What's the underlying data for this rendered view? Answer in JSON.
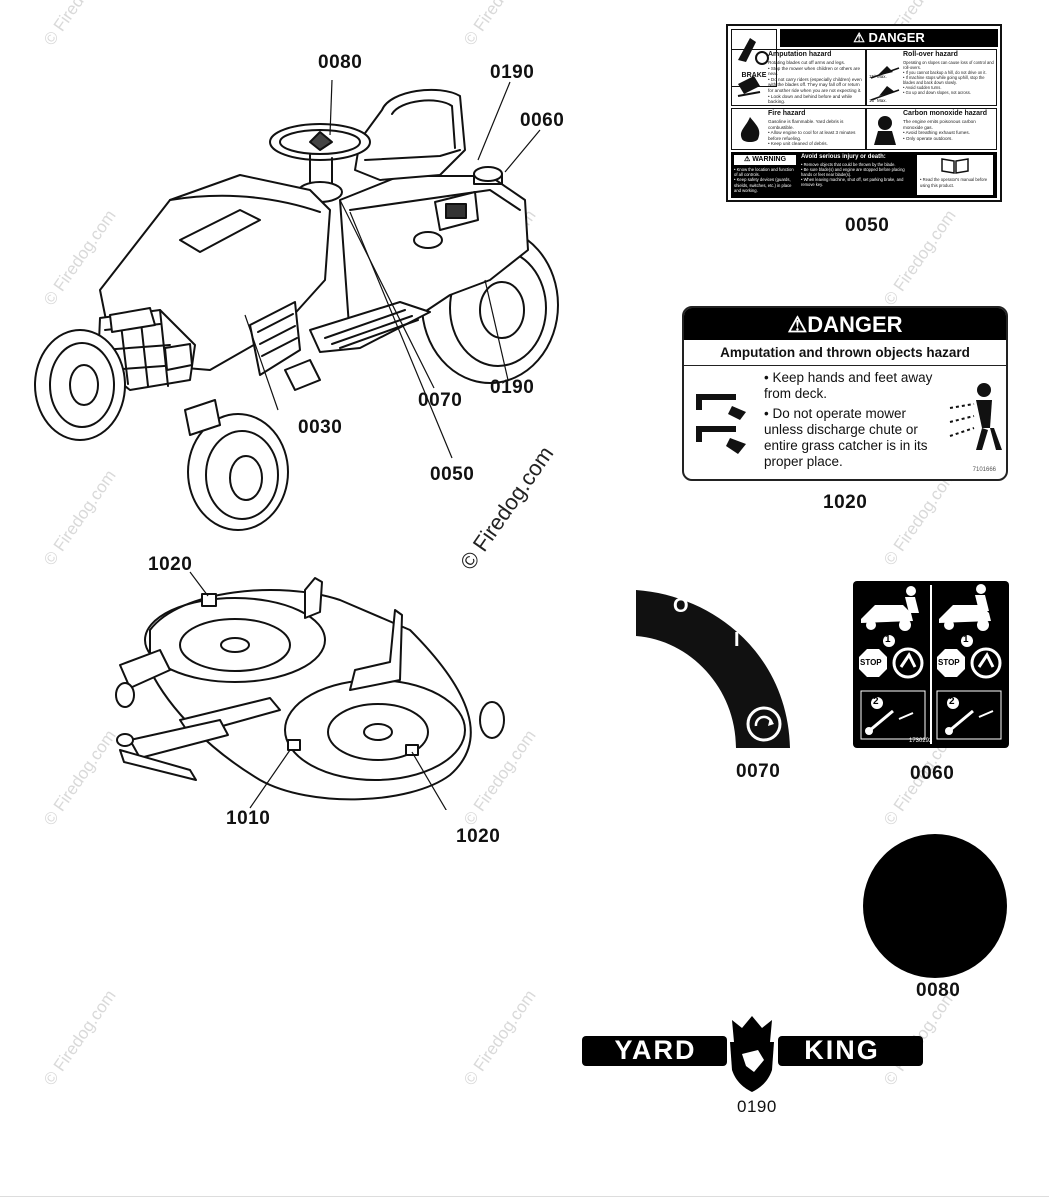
{
  "diagram": {
    "part_labels": {
      "tractor_0080": "0080",
      "tractor_0190_top": "0190",
      "tractor_0060": "0060",
      "tractor_0030": "0030",
      "tractor_0070": "0070",
      "tractor_0190_bottom": "0190",
      "tractor_0050": "0050",
      "deck_1020_top": "1020",
      "deck_1010": "1010",
      "deck_1020_bottom": "1020",
      "decal_0050": "0050",
      "decal_1020": "1020",
      "decal_0070": "0070",
      "decal_0060": "0060",
      "decal_0080": "0080",
      "logo_0190": "0190"
    },
    "watermark": "© Firedog.com",
    "watermark_faint": "© Firedog.com"
  },
  "decal_0050": {
    "header": "DANGER",
    "brake": "BRAKE",
    "amputation_title": "Amputation hazard",
    "amputation_text": [
      "Rotating blades cut off arms and legs.",
      "• Stop the mower when children or others are near.",
      "• Do not carry riders (especially children) even with the blades off. They may fall off or return for another ride when you are not expecting it.",
      "• Look down and behind before and while backing."
    ],
    "rollover_title": "Roll-over hazard",
    "rollover_text": [
      "Operating on slopes can cause loss of control and roll-overs.",
      "• If you cannot backup a hill, do not drive on it.",
      "• If machine stops while going uphill, stop the blades and back down slowly.",
      "• Avoid sudden turns.",
      "• Go up and down slopes, not across."
    ],
    "slope_max_1": "15° Max.",
    "slope_max_2": "15° Max.",
    "fire_title": "Fire hazard",
    "fire_text": [
      "Gasoline is flammable. Yard debris is combustible.",
      "• Allow engine to cool for at least 3 minutes before refueling.",
      "• Keep unit cleaned of debris."
    ],
    "co_title": "Carbon monoxide hazard",
    "co_text": [
      "The engine emits poisonous carbon monoxide gas.",
      "• Avoid breathing exhaust fumes.",
      "• Only operate outdoors."
    ],
    "warning_label": "WARNING",
    "warning_text": [
      "• Know the location and function of all controls.",
      "• Keep safety devices (guards, shields, switches, etc.) in place and working."
    ],
    "avoid_title": "Avoid serious injury or death:",
    "avoid_text": [
      "• Remove objects that could be thrown by the blade.",
      "• Be sure blade(s) and engine are stopped before placing hands or feet near blade(s).",
      "• When leaving machine, shut off, set parking brake, and remove key."
    ],
    "manual_text": "• Read the operator's manual before using this product."
  },
  "decal_1020": {
    "header": "DANGER",
    "subtitle": "Amputation and thrown objects hazard",
    "bullet_1": "• Keep hands and feet away from deck.",
    "bullet_2": "• Do not operate mower unless discharge chute or entire grass catcher is in its proper place.",
    "code": "7101666"
  },
  "decal_0070": {
    "off_symbol": "O",
    "on_symbol": "I"
  },
  "decal_0060": {
    "step_1": "1",
    "step_2": "2",
    "stop": "STOP",
    "code": "1730292"
  },
  "logo_0190": {
    "left_text": "YARD",
    "right_text": "KING"
  }
}
